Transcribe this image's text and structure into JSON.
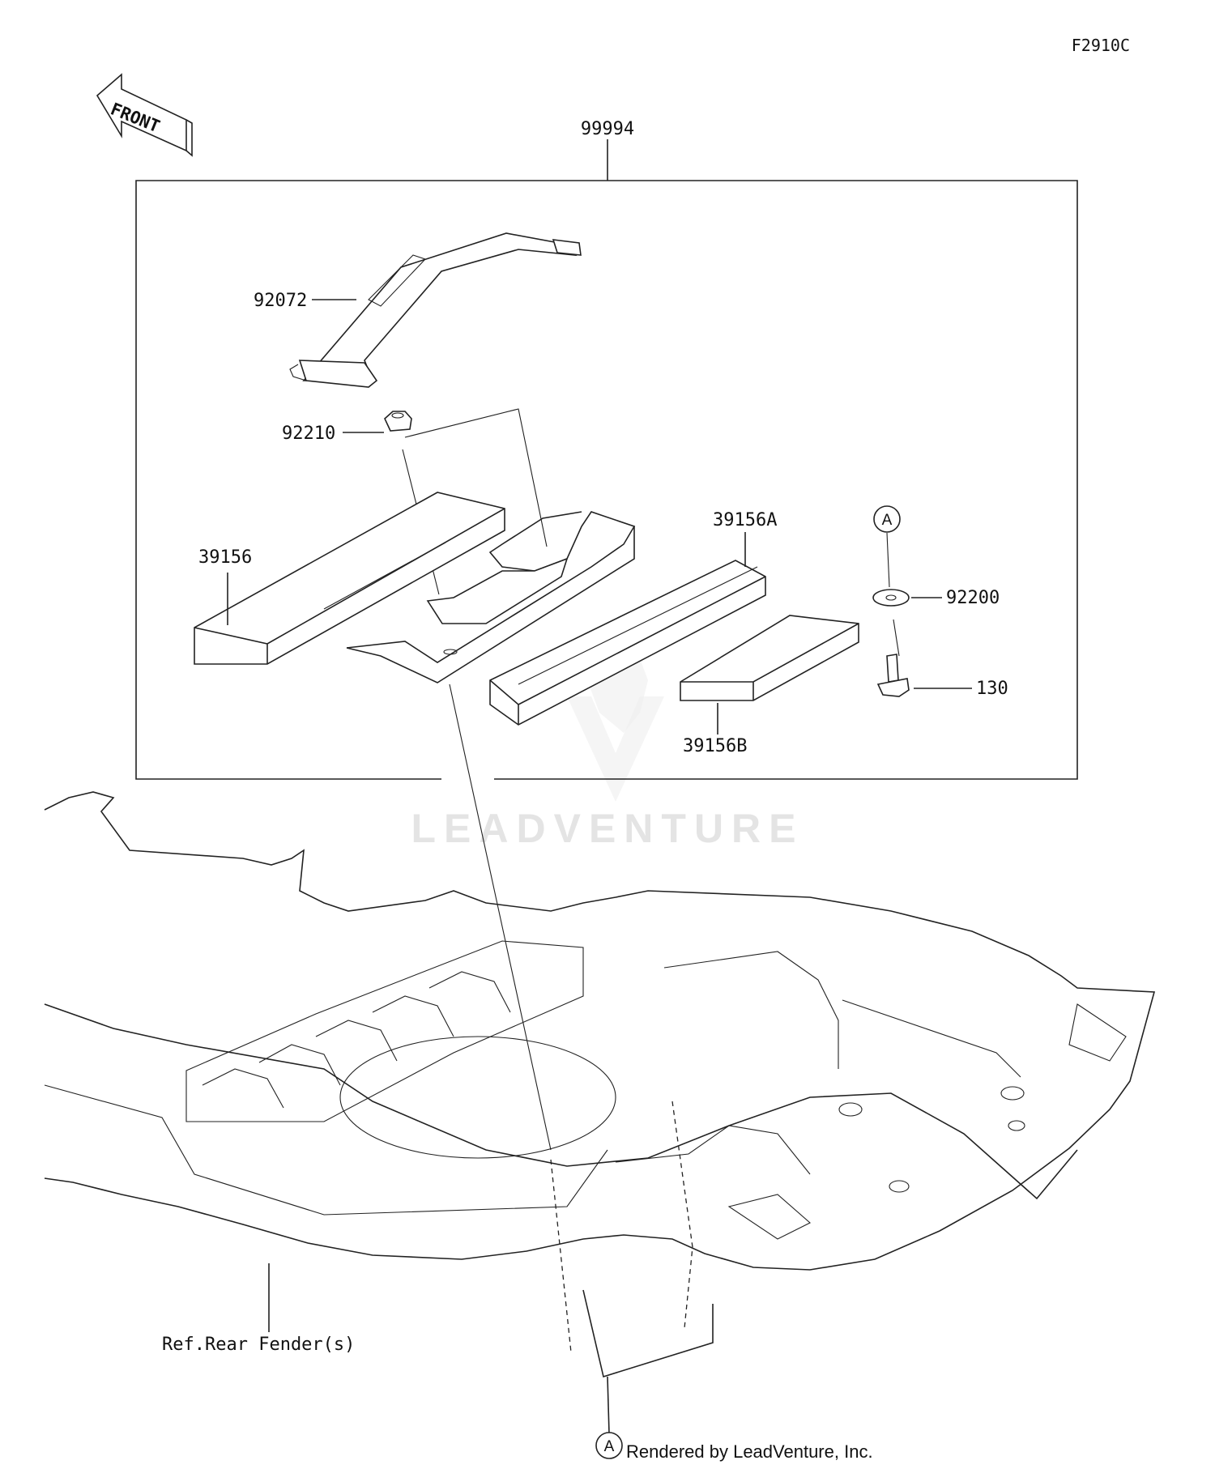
{
  "diagram_code": "F2910C",
  "front_label": "FRONT",
  "assembly_number": "99994",
  "parts": {
    "strap": "92072",
    "nut": "92210",
    "pad_left": "39156",
    "pad_right": "39156A",
    "pad_small": "39156B",
    "washer": "92200",
    "bolt": "130"
  },
  "reference_marker": "A",
  "reference_label": "Ref.Rear Fender(s)",
  "watermark": "LEADVENTURE",
  "credit": "Rendered by LeadVenture, Inc.",
  "icons": {
    "front_arrow": "front-arrow-icon",
    "logo": "leadventure-logo-icon"
  }
}
